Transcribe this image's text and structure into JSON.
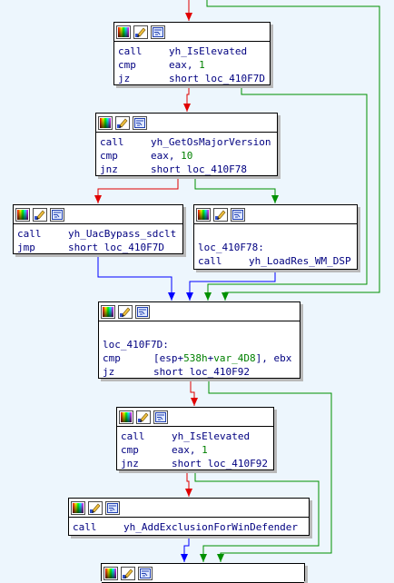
{
  "nodes": [
    {
      "id": "n1",
      "lines": [
        {
          "mn": "call",
          "ops": [
            {
              "t": "yh_IsElevated"
            }
          ]
        },
        {
          "mn": "cmp",
          "ops": [
            {
              "t": "eax, "
            },
            {
              "t": "1",
              "num": true
            }
          ]
        },
        {
          "mn": "jz",
          "ops": [
            {
              "t": "short loc_410F7D"
            }
          ]
        }
      ]
    },
    {
      "id": "n2",
      "lines": [
        {
          "mn": "call",
          "ops": [
            {
              "t": "yh_GetOsMajorVersion"
            }
          ]
        },
        {
          "mn": "cmp",
          "ops": [
            {
              "t": "eax, "
            },
            {
              "t": "10",
              "num": true
            }
          ]
        },
        {
          "mn": "jnz",
          "ops": [
            {
              "t": "short loc_410F78"
            }
          ]
        }
      ]
    },
    {
      "id": "n3",
      "lines": [
        {
          "mn": "call",
          "ops": [
            {
              "t": "yh_UacBypass_sdclt"
            }
          ]
        },
        {
          "mn": "jmp",
          "ops": [
            {
              "t": "short loc_410F7D"
            }
          ]
        }
      ]
    },
    {
      "id": "n4",
      "lines": [
        {
          "blank": true
        },
        {
          "label": "loc_410F78:"
        },
        {
          "mn": "call",
          "ops": [
            {
              "t": "yh_LoadRes_WM_DSP"
            }
          ]
        }
      ]
    },
    {
      "id": "n5",
      "lines": [
        {
          "blank": true
        },
        {
          "label": "loc_410F7D:"
        },
        {
          "mn": "cmp",
          "ops": [
            {
              "t": "[esp+"
            },
            {
              "t": "538h",
              "num": true
            },
            {
              "t": "+"
            },
            {
              "t": "var_4D8",
              "num": true
            },
            {
              "t": "], ebx"
            }
          ]
        },
        {
          "mn": "jz",
          "ops": [
            {
              "t": "short loc_410F92"
            }
          ]
        }
      ]
    },
    {
      "id": "n6",
      "lines": [
        {
          "mn": "call",
          "ops": [
            {
              "t": "yh_IsElevated"
            }
          ]
        },
        {
          "mn": "cmp",
          "ops": [
            {
              "t": "eax, "
            },
            {
              "t": "1",
              "num": true
            }
          ]
        },
        {
          "mn": "jnz",
          "ops": [
            {
              "t": "short loc_410F92"
            }
          ]
        }
      ]
    },
    {
      "id": "n7",
      "lines": [
        {
          "mn": "call",
          "ops": [
            {
              "t": "yh_AddExclusionForWinDefender"
            }
          ]
        }
      ]
    },
    {
      "id": "n8",
      "lines": []
    }
  ],
  "colors": {
    "true_edge": "#009000",
    "false_edge": "#e00000",
    "uncond_edge": "#0000ff",
    "background": "#edf6fd"
  },
  "header_icons": [
    "color-palette-icon",
    "edit-color-icon",
    "graph-overview-icon"
  ]
}
